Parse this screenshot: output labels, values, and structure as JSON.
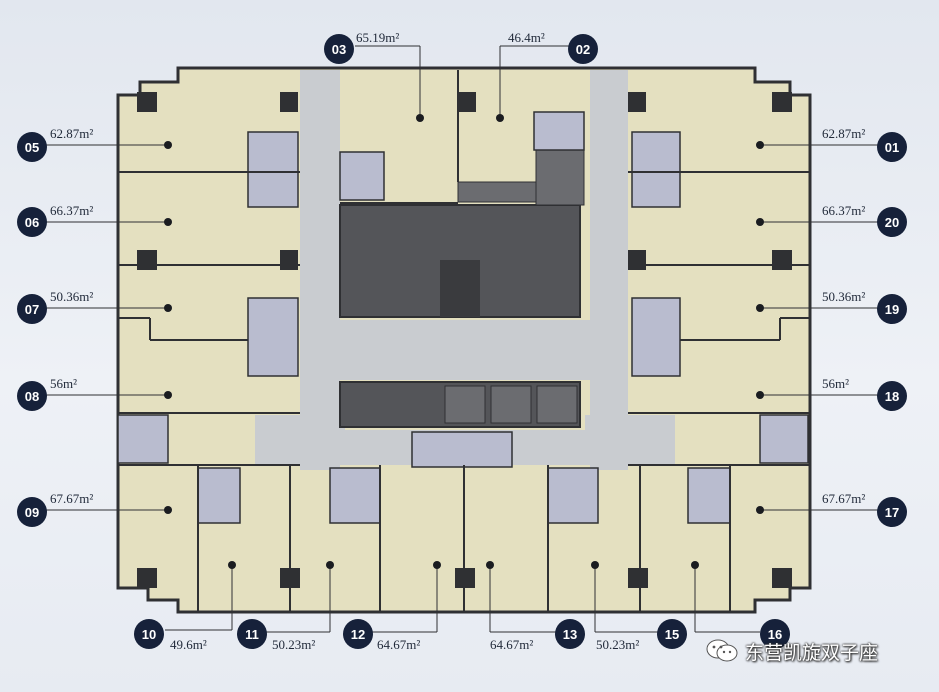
{
  "units": [
    {
      "id": "01",
      "area": "62.87m²"
    },
    {
      "id": "02",
      "area": "46.4m²"
    },
    {
      "id": "03",
      "area": "65.19m²"
    },
    {
      "id": "05",
      "area": "62.87m²"
    },
    {
      "id": "06",
      "area": "66.37m²"
    },
    {
      "id": "07",
      "area": "50.36m²"
    },
    {
      "id": "08",
      "area": "56m²"
    },
    {
      "id": "09",
      "area": "67.67m²"
    },
    {
      "id": "10",
      "area": "49.6m²"
    },
    {
      "id": "11",
      "area": "50.23m²"
    },
    {
      "id": "12",
      "area": "64.67m²"
    },
    {
      "id": "13",
      "area": "64.67m²"
    },
    {
      "id": "15",
      "area": "50.23m²"
    },
    {
      "id": "16",
      "area": ""
    },
    {
      "id": "17",
      "area": "67.67m²"
    },
    {
      "id": "18",
      "area": "56m²"
    },
    {
      "id": "19",
      "area": "50.36m²"
    },
    {
      "id": "20",
      "area": "66.37m²"
    }
  ],
  "watermark": {
    "text": "东营凯旋双子座",
    "icon": "wechat-icon"
  },
  "colors": {
    "room": "#e4e0c0",
    "corridor": "#c9ccd0",
    "core": "#545559",
    "bath": "#b9bccf",
    "wall": "#2f3033",
    "badge": "#16213a"
  }
}
